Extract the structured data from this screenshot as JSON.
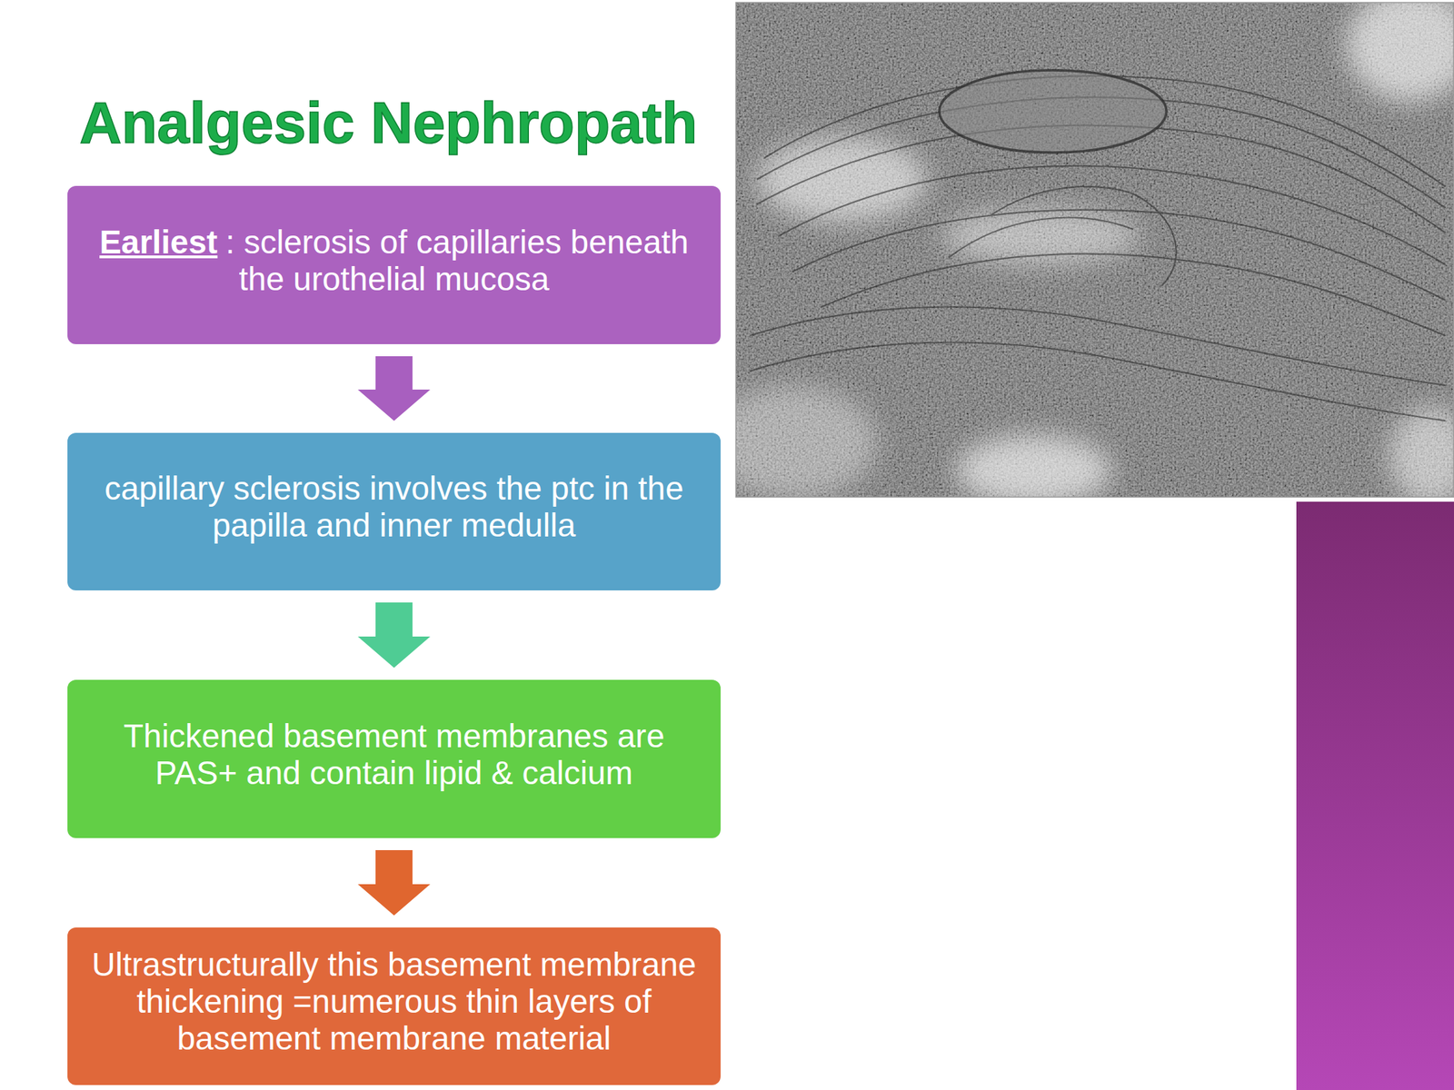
{
  "diagram": {
    "title": "Analgesic Nephropath",
    "nodes": [
      {
        "text": [
          "Earliest",
          ": sclerosis of capillaries beneath the urothelial mucosa"
        ]
      },
      {
        "text": [
          "capillary sclerosis involves the ptc in the papilla and inner medulla"
        ]
      },
      {
        "text": [
          "Thickened basement membranes are PAS+ and contain lipid & calcium"
        ]
      },
      {
        "text": [
          "Ultrastructurally this basement membrane thickening =numerous thin layers of basement membrane material"
        ]
      }
    ],
    "edges": [
      {
        "from": 0,
        "to": 1,
        "arrow": "to"
      },
      {
        "from": 1,
        "to": 2,
        "arrow": "to"
      },
      {
        "from": 2,
        "to": 3,
        "arrow": "to"
      }
    ]
  }
}
